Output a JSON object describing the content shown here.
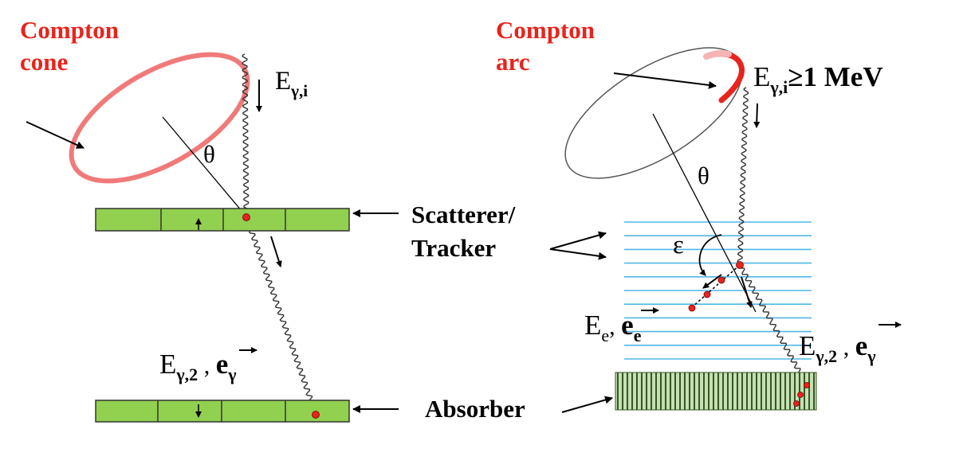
{
  "left_panel": {
    "title_line1": "Compton",
    "title_line2": "cone",
    "energy_initial": {
      "main": "E",
      "sub": "γ,i"
    },
    "angle_symbol": "θ",
    "energy_scattered": {
      "main": "E",
      "sub": "γ,2",
      "sep": " , ",
      "vec": "e",
      "vec_sub": "γ"
    }
  },
  "right_panel": {
    "title_line1": "Compton",
    "title_line2": "arc",
    "energy_initial": {
      "main": "E",
      "sub": "γ,i",
      "condition": "≥1 MeV"
    },
    "angle_symbol": "θ",
    "epsilon_symbol": "ε",
    "electron": {
      "main": "E",
      "sub": "e",
      "sep": ", ",
      "vec": "e",
      "vec_sub": "e"
    },
    "energy_scattered": {
      "main": "E",
      "sub": "γ,2",
      "sep": " , ",
      "vec": "e",
      "vec_sub": "γ"
    }
  },
  "center_labels": {
    "scatterer_line1": "Scatterer/",
    "scatterer_line2": "Tracker",
    "absorber": "Absorber"
  },
  "colors": {
    "cone_ring": "#f07a7a",
    "title_red": "#e8241c",
    "detector_green": "#92d050",
    "tracker_lines": "#4fb7e6",
    "hit_dot": "#e8241c",
    "absorber_hatch": "#a9d18e"
  }
}
